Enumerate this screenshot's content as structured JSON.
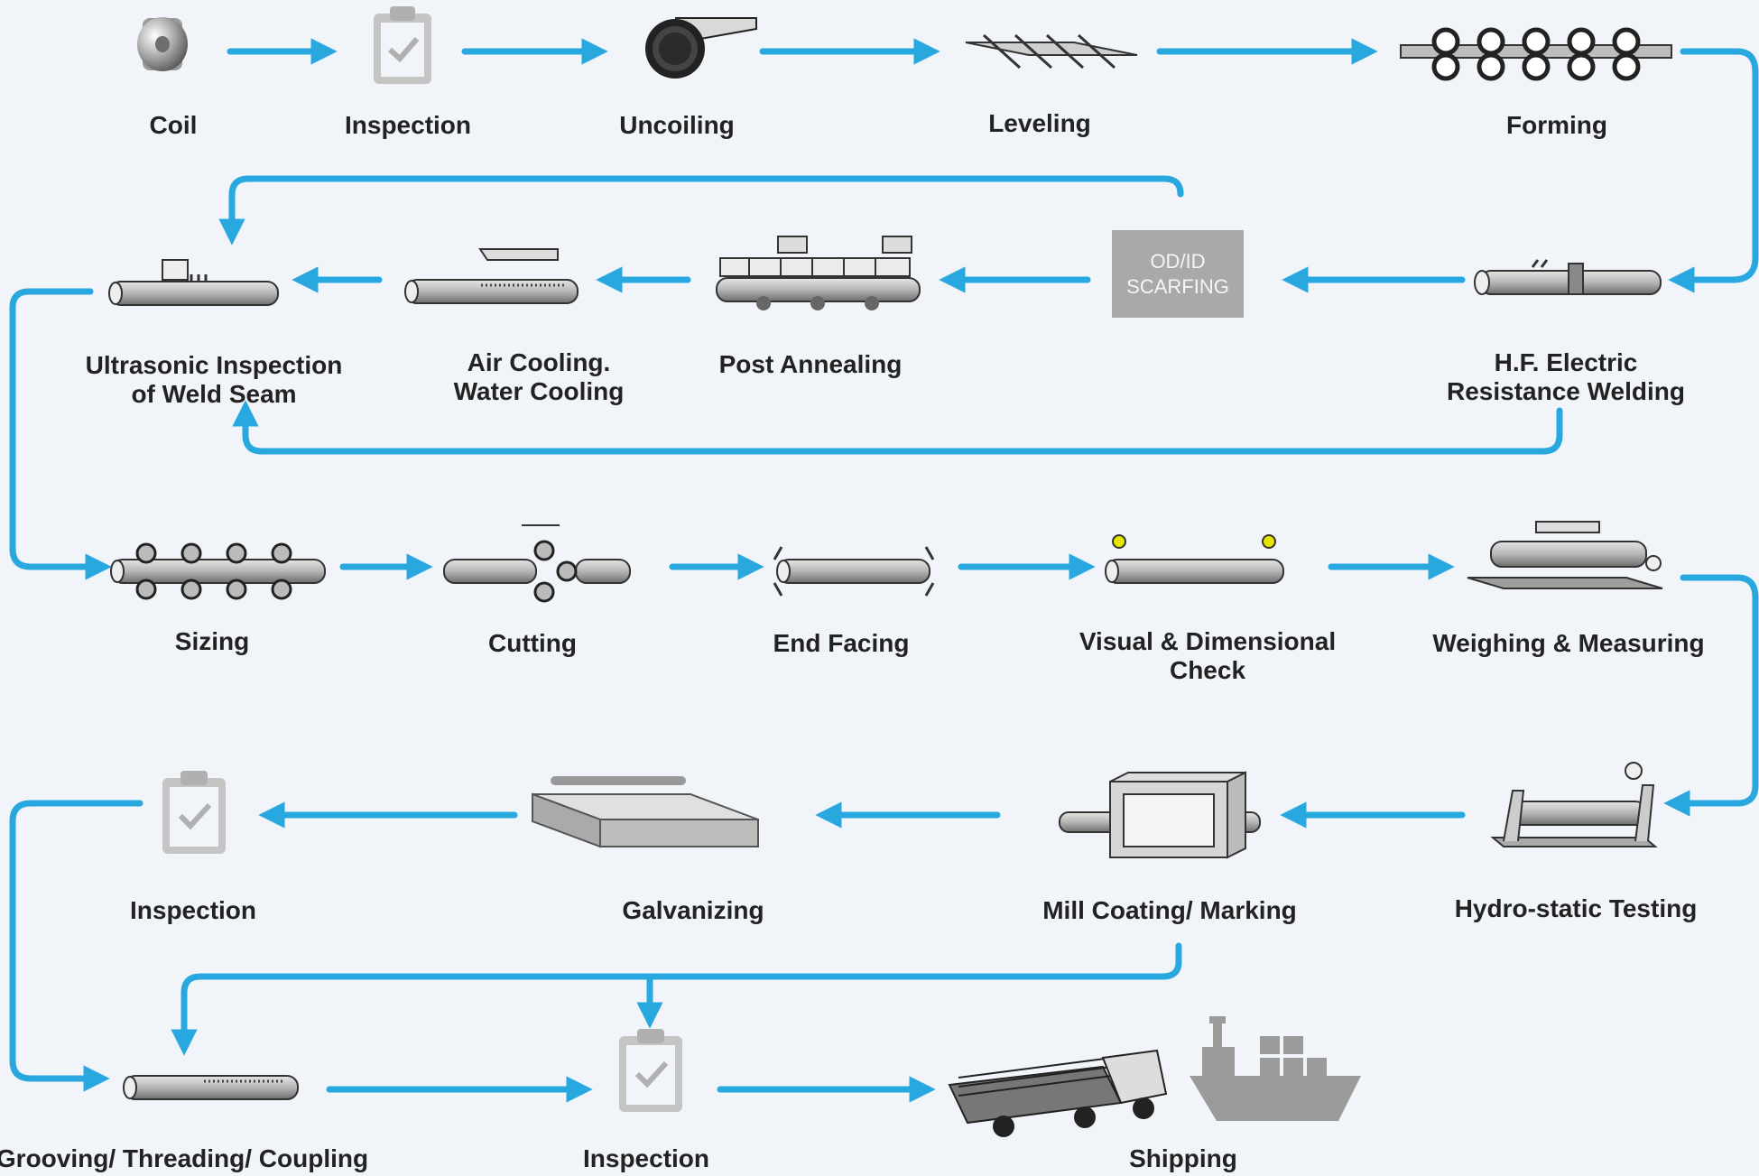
{
  "steps": {
    "coil": "Coil",
    "inspection_1": "Inspection",
    "uncoiling": "Uncoiling",
    "leveling": "Leveling",
    "forming": "Forming",
    "hf_welding": [
      "H.F. Electric",
      "Resistance Welding"
    ],
    "scarfing": [
      "OD/ID",
      "SCARFING"
    ],
    "post_annealing": "Post Annealing",
    "cooling": [
      "Air Cooling.",
      "Water Cooling"
    ],
    "ultrasonic": [
      "Ultrasonic Inspection",
      "of Weld Seam"
    ],
    "sizing": "Sizing",
    "cutting": "Cutting",
    "end_facing": "End Facing",
    "visual_check": [
      "Visual & Dimensional",
      "Check"
    ],
    "weighing": "Weighing & Measuring",
    "hydrostatic": "Hydro-static Testing",
    "mill_coating": "Mill Coating/ Marking",
    "galvanizing": "Galvanizing",
    "inspection_2": "Inspection",
    "grooving": "Grooving/ Threading/ Coupling",
    "inspection_3": "Inspection",
    "shipping": "Shipping"
  },
  "colors": {
    "arrow": "#29a8e0",
    "background": "#f1f4f8",
    "icon_gray": "#9a9a9a"
  },
  "icons": [
    "coil-icon",
    "clipboard-check-icon",
    "uncoiler-icon",
    "leveler-icon",
    "forming-rolls-icon",
    "welding-pipe-icon",
    "annealing-icon",
    "cooling-pipe-icon",
    "ultrasonic-icon",
    "sizing-rolls-icon",
    "cutter-icon",
    "end-facing-icon",
    "visual-check-icon",
    "scale-icon",
    "hydro-test-icon",
    "coating-box-icon",
    "galvanizing-bath-icon",
    "threaded-pipe-icon",
    "truck-icon",
    "ship-icon"
  ]
}
